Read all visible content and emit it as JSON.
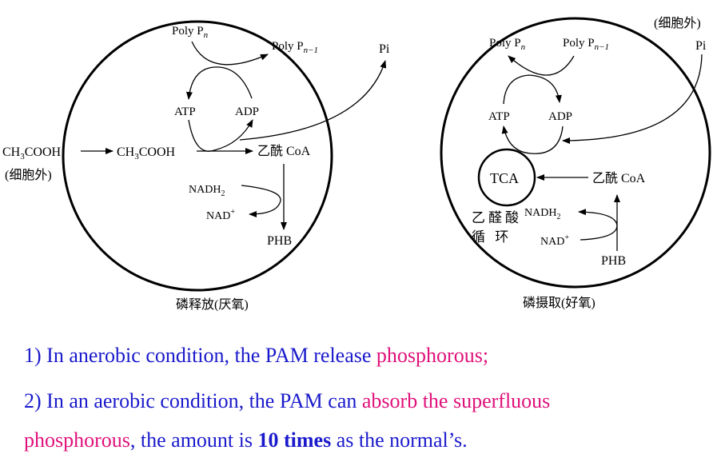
{
  "colors": {
    "blue": "#1a1acc",
    "pink": "#e0107a",
    "ink": "#000000"
  },
  "anaerobic": {
    "poly_pn": "Poly P",
    "poly_pn_sub": "n",
    "poly_pn1": "Poly P",
    "poly_pn1_sub": "n−1",
    "pi": "Pi",
    "atp": "ATP",
    "adp": "ADP",
    "ext_acid_pre": "CH",
    "ext_acid_sub": "3",
    "ext_acid_post": "COOH",
    "ext_label": "(细胞外)",
    "int_acid_pre": "CH",
    "int_acid_sub": "3",
    "int_acid_post": "COOH",
    "acetyl_coa": "乙酰 CoA",
    "nadh": "NADH",
    "nadh_sub": "2",
    "nad": "NAD",
    "nad_sup": "+",
    "phb": "PHB",
    "caption": "磷释放(厌氧)"
  },
  "aerobic": {
    "ext_label": "(细胞外)",
    "pi": "Pi",
    "poly_pn": "Poly P",
    "poly_pn_sub": "n",
    "poly_pn1": "Poly P",
    "poly_pn1_sub": "n−1",
    "atp": "ATP",
    "adp": "ADP",
    "tca": "TCA",
    "acetyl_coa": "乙酰 CoA",
    "cycle_line1": "乙醛酸",
    "cycle_line2": "循  环",
    "nadh": "NADH",
    "nadh_sub": "2",
    "nad": "NAD",
    "nad_sup": "+",
    "phb": "PHB",
    "caption": "磷摄取(好氧)"
  },
  "notes": {
    "line1_a": "1) In anerobic condition, the PAM release ",
    "line1_b": "phosphorous;",
    "line2_a": "2) In an aerobic condition, the PAM can ",
    "line2_b": "absorb the superfluous",
    "line3_a": "phosphorous",
    "line3_b": ", the amount is ",
    "line3_c": "10 times",
    "line3_d": " as the normal’s."
  }
}
